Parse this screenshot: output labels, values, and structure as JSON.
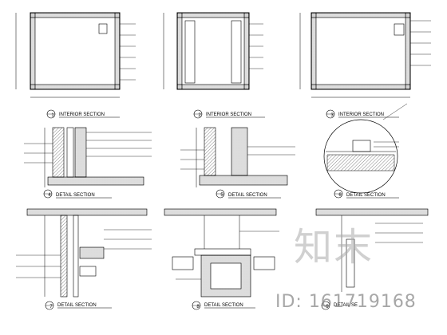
{
  "drawing": {
    "views": [
      {
        "number": "1",
        "title": "INTERIOR SECTION"
      },
      {
        "number": "2",
        "title": "INTERIOR SECTION"
      },
      {
        "number": "3",
        "title": "INTERIOR SECTION"
      },
      {
        "number": "4",
        "title": "DETAIL SECTION"
      },
      {
        "number": "5",
        "title": "DETAIL SECTION"
      },
      {
        "number": "6",
        "title": "DETAIL SECTION"
      },
      {
        "number": "7",
        "title": "DETAIL SECTION"
      },
      {
        "number": "8",
        "title": "DETAIL SECTION"
      },
      {
        "number": "9",
        "title": "DETAIL SE"
      }
    ]
  },
  "watermark": {
    "logo_text": "知末",
    "id_text": "ID: 161719168"
  },
  "colors": {
    "line": "#000000",
    "hatch": "#555555",
    "watermark": "#aaaaaa"
  }
}
